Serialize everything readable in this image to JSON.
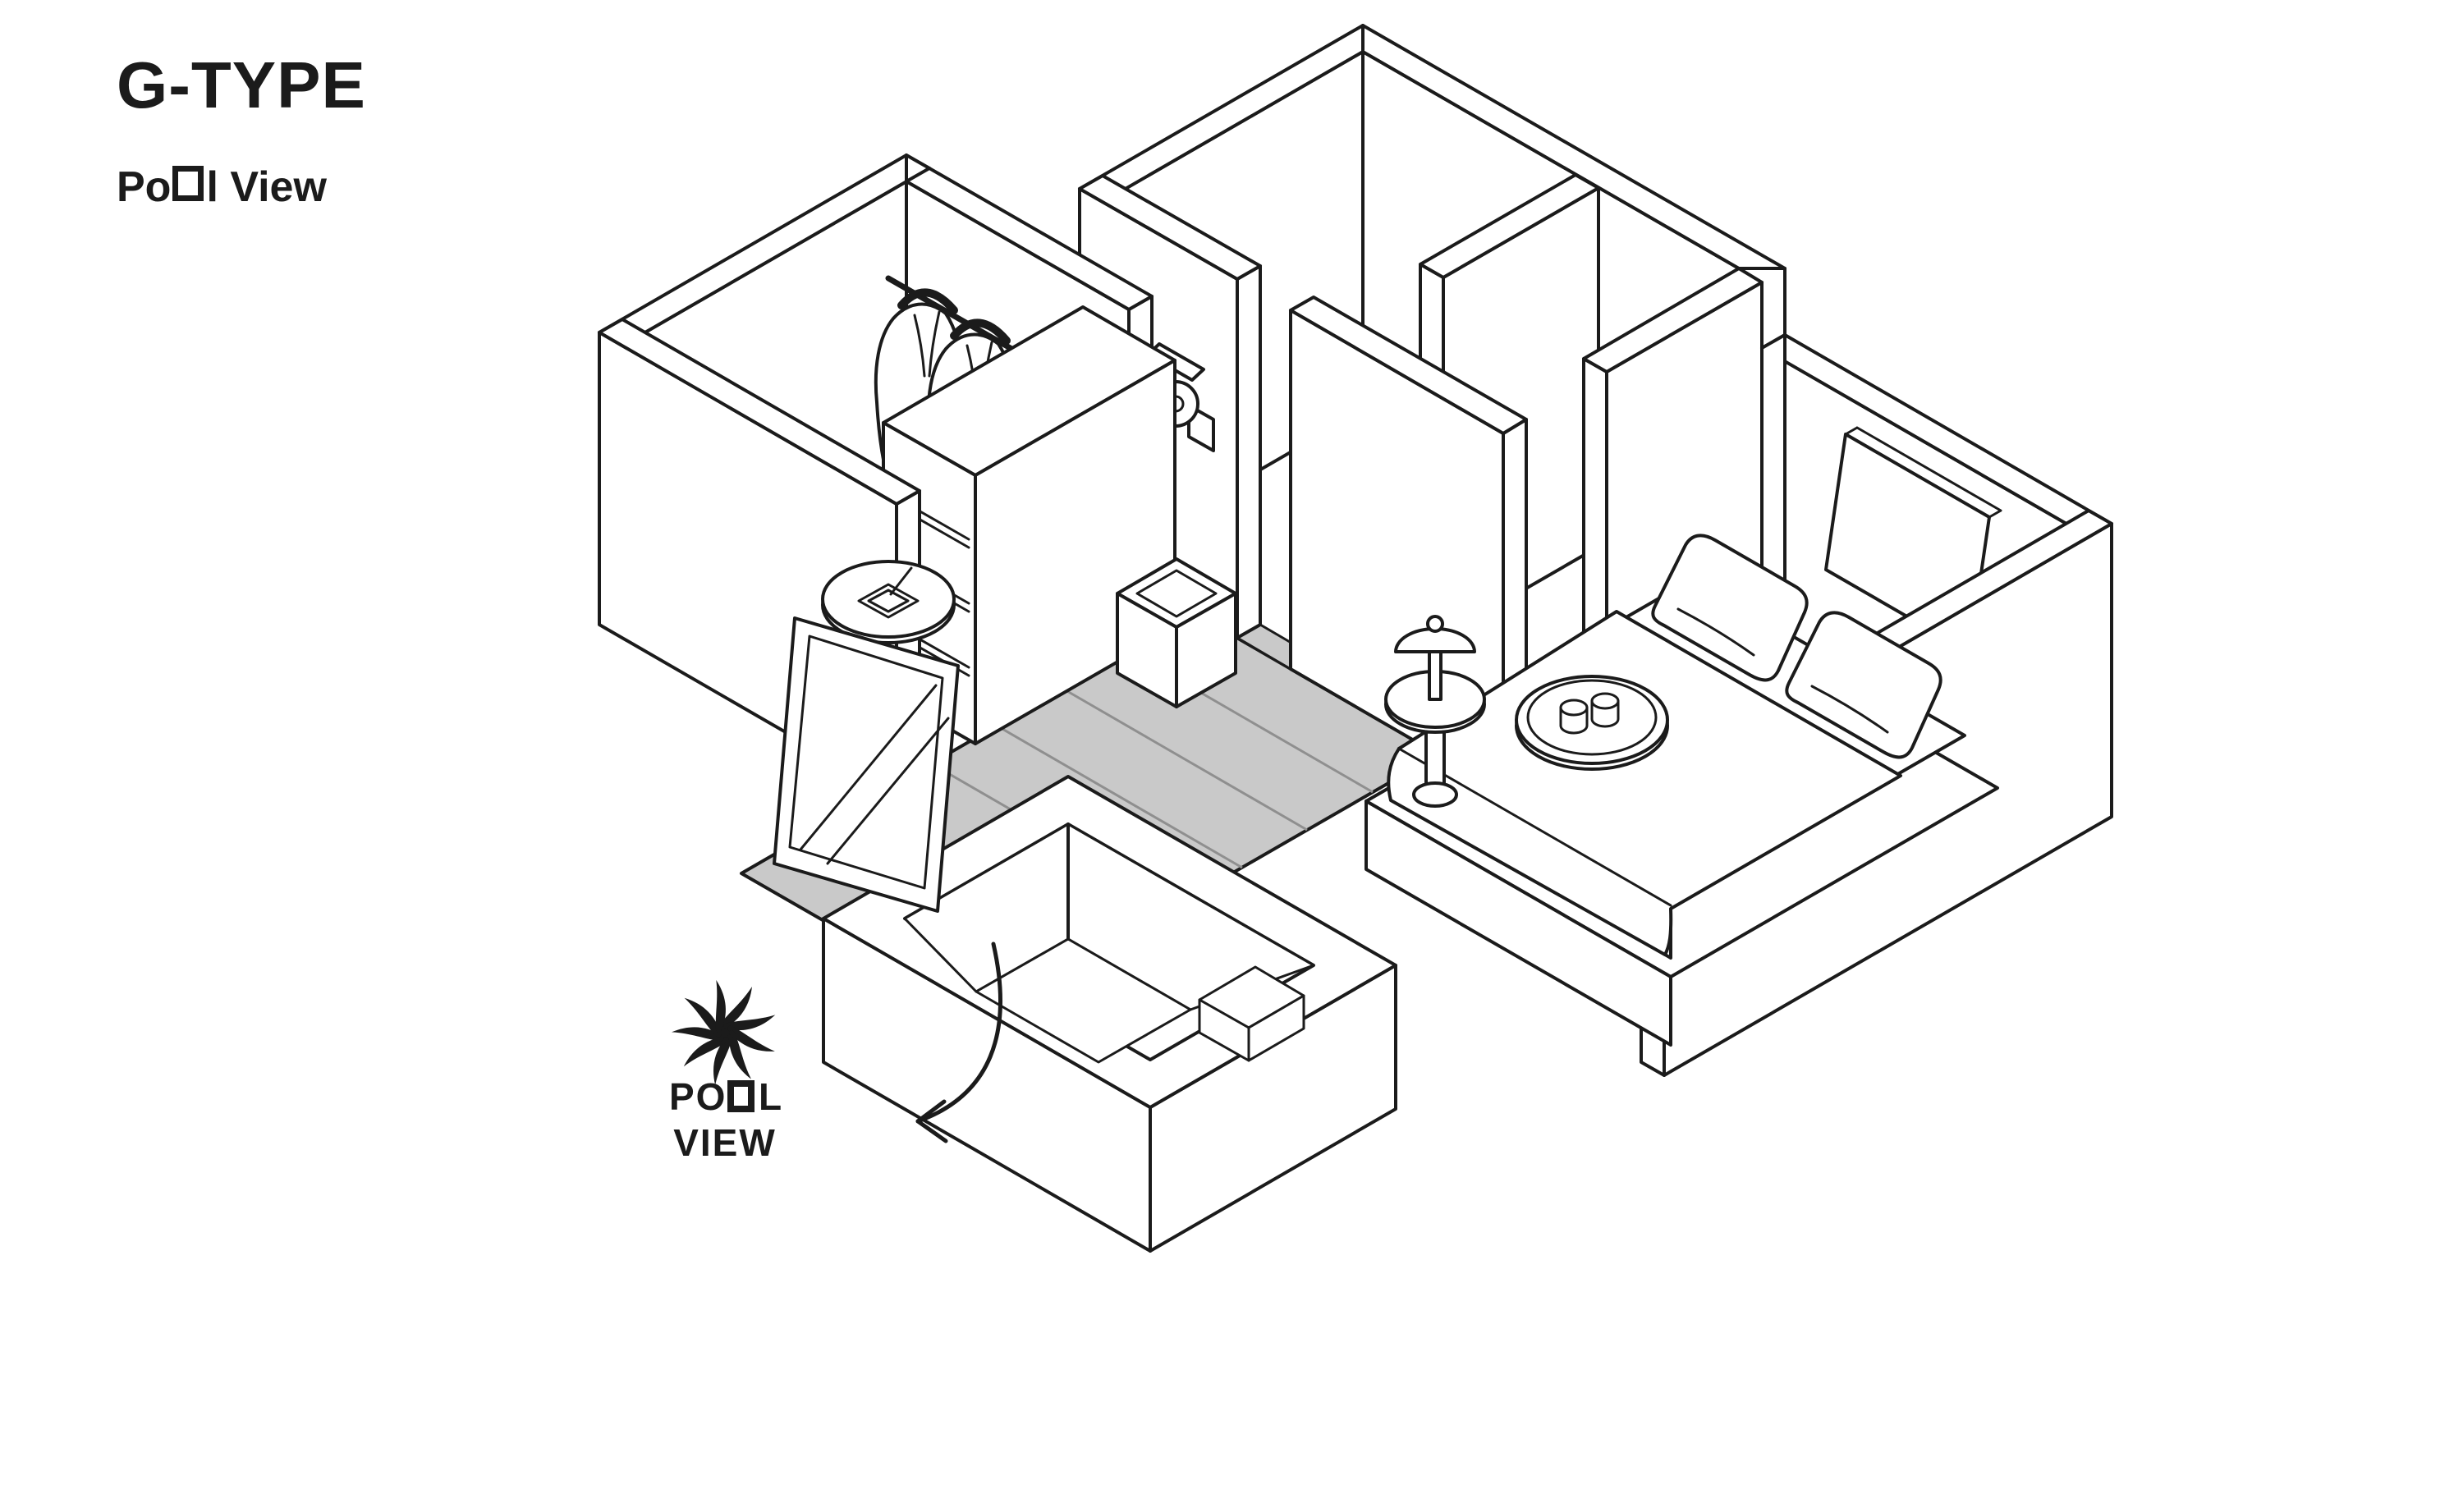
{
  "page": {
    "background": "#ffffff"
  },
  "header": {
    "title": "G-TYPE",
    "subtitle": {
      "pre": "Po",
      "square_o": true,
      "post": "l View"
    }
  },
  "pool_label": {
    "line1_pre": "PO",
    "square_o": true,
    "line1_post": "L",
    "line2": "VIEW",
    "icon": "swirl-sun-icon"
  },
  "colors": {
    "ink": "#1b1b1b",
    "deck_gray": "#c9c9c9",
    "seam_gray": "#8f8f8f",
    "background": "#ffffff"
  }
}
